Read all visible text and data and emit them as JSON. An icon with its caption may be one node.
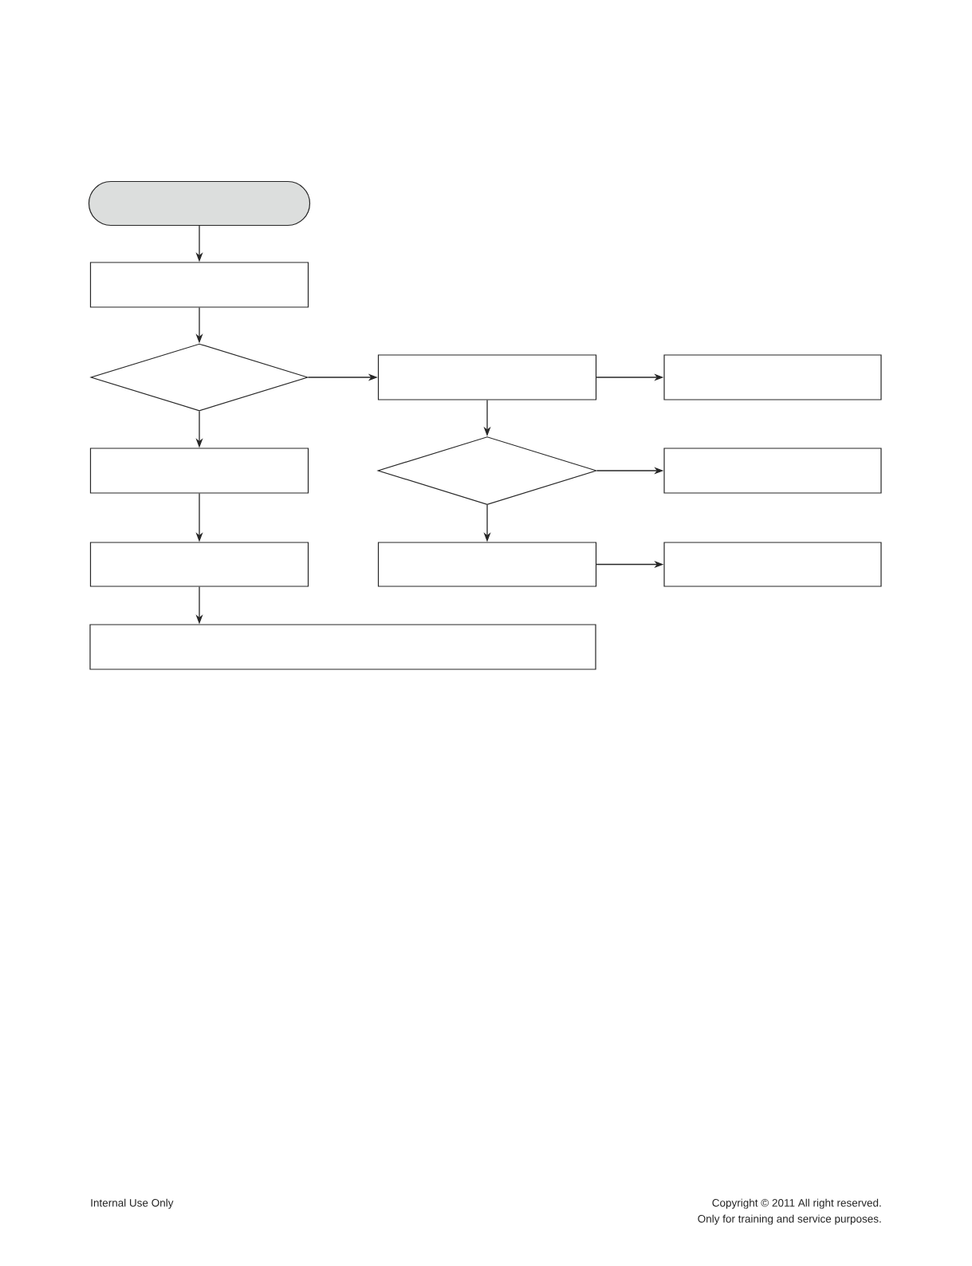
{
  "diagram": {
    "nodes": [
      {
        "text": [],
        "shape": "pill"
      },
      {
        "text": [],
        "shape": "box"
      },
      {
        "text": [],
        "shape": "diamond"
      },
      {
        "text": [],
        "shape": "box"
      },
      {
        "text": [],
        "shape": "box"
      },
      {
        "text": [],
        "shape": "box"
      },
      {
        "text": [],
        "shape": "diamond"
      },
      {
        "text": [],
        "shape": "box"
      },
      {
        "text": [],
        "shape": "box"
      },
      {
        "text": [],
        "shape": "box"
      },
      {
        "text": [],
        "shape": "box"
      },
      {
        "text": [],
        "shape": "box"
      }
    ],
    "edges": [
      {
        "from": 0,
        "to": 1,
        "arrow": "to"
      },
      {
        "from": 1,
        "to": 2,
        "arrow": "to"
      },
      {
        "from": 2,
        "to": 3,
        "arrow": "to"
      },
      {
        "from": 3,
        "to": 4,
        "arrow": "to"
      },
      {
        "from": 2,
        "to": 5,
        "arrow": "to"
      },
      {
        "from": 3,
        "to": 6,
        "arrow": "to"
      },
      {
        "from": 6,
        "to": 7,
        "arrow": "to"
      },
      {
        "from": 5,
        "to": 8,
        "arrow": "to"
      },
      {
        "from": 6,
        "to": 9,
        "arrow": "to"
      },
      {
        "from": 9,
        "to": 10,
        "arrow": "to"
      },
      {
        "from": 8,
        "to": 11,
        "arrow": "to"
      }
    ],
    "labels": [
      "Internal Use Only",
      "Copyright © 2011 All right reserved.",
      "Only for training and service purposes."
    ]
  }
}
